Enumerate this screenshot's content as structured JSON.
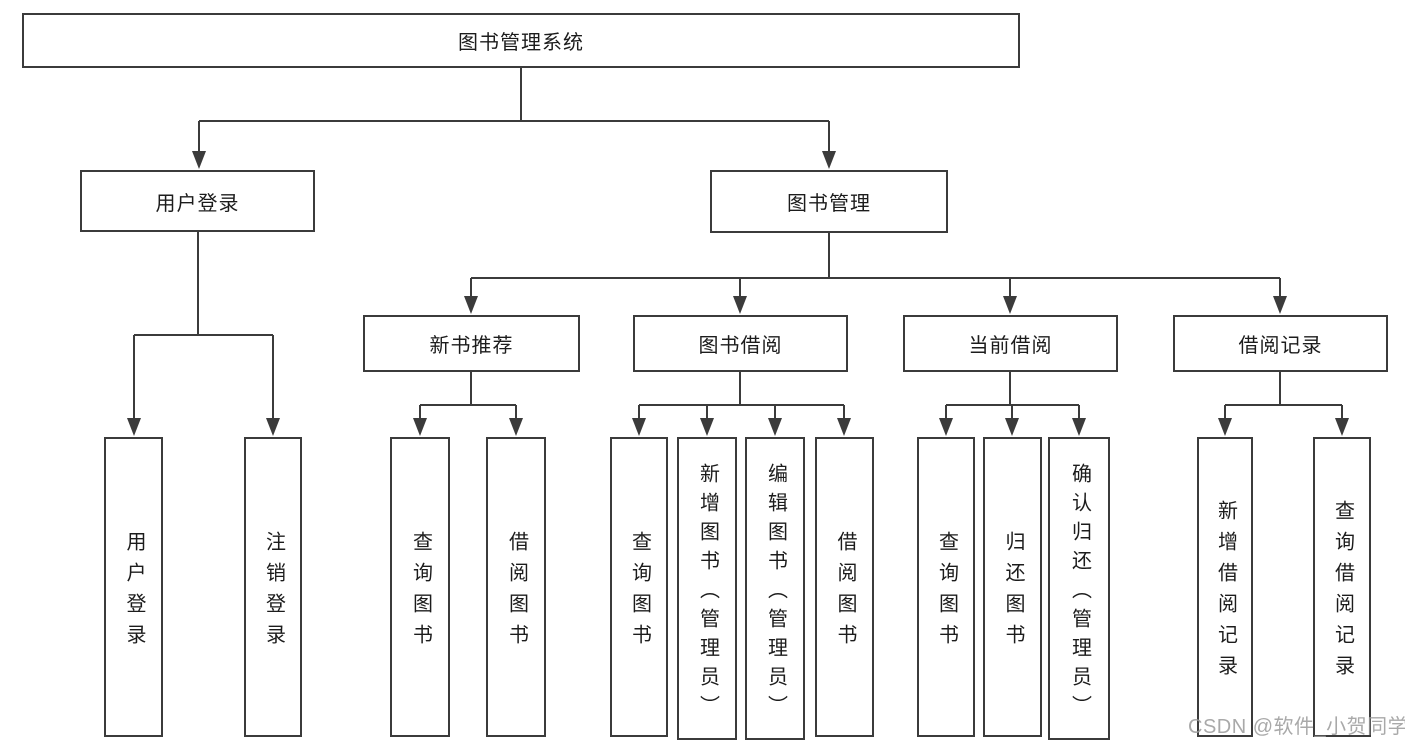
{
  "tree": {
    "label": "图书管理系统",
    "children": [
      {
        "label": "用户登录",
        "children": [
          {
            "label": "用户登录"
          },
          {
            "label": "注销登录"
          }
        ]
      },
      {
        "label": "图书管理",
        "children": [
          {
            "label": "新书推荐",
            "children": [
              {
                "label": "查询图书"
              },
              {
                "label": "借阅图书"
              }
            ]
          },
          {
            "label": "图书借阅",
            "children": [
              {
                "label": "查询图书"
              },
              {
                "label": "新增图书（管理员）"
              },
              {
                "label": "编辑图书（管理员）"
              },
              {
                "label": "借阅图书"
              }
            ]
          },
          {
            "label": "当前借阅",
            "children": [
              {
                "label": "查询图书"
              },
              {
                "label": "归还图书"
              },
              {
                "label": "确认归还（管理员）"
              }
            ]
          },
          {
            "label": "借阅记录",
            "children": [
              {
                "label": "新增借阅记录"
              },
              {
                "label": "查询借阅记录"
              }
            ]
          }
        ]
      }
    ]
  },
  "watermark": {
    "text": "CSDN @软件_小贺同学"
  },
  "colors": {
    "line": "#3b3b3b",
    "box_border": "#3b3b3b",
    "text": "#1c1c1c",
    "watermark": "#9b9b9b",
    "background": "#ffffff"
  }
}
